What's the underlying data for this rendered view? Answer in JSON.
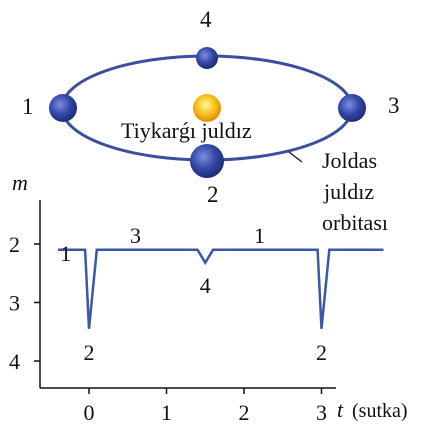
{
  "colors": {
    "orbit": "#3b4fa0",
    "star_planet": "#3347a8",
    "primary_star": "#f4a90c",
    "curve": "#3c56a8",
    "axis": "#111111"
  },
  "orbit_diagram": {
    "position_labels": [
      "1",
      "3",
      "4",
      "2"
    ],
    "primary_star_label": "Tiykarǵı juldız",
    "companion_orbit_label_lines": [
      "Joldas",
      "juldız",
      "orbitası"
    ]
  },
  "chart_data": {
    "type": "line",
    "xlabel": "t",
    "xlabel_unit": "(sutka)",
    "ylabel": "m",
    "x_ticks": [
      0,
      1,
      2,
      3
    ],
    "y_ticks": [
      2,
      3,
      4
    ],
    "y_inverted": true,
    "x": [
      -0.4,
      -0.05,
      0.0,
      0.1,
      1.4,
      1.5,
      1.6,
      2.95,
      3.0,
      3.1,
      3.8
    ],
    "y": [
      2.1,
      2.1,
      3.45,
      2.1,
      2.1,
      2.32,
      2.1,
      2.1,
      3.45,
      2.1,
      2.1
    ],
    "point_labels": [
      {
        "text": "1",
        "x": -0.3,
        "y": 2.15
      },
      {
        "text": "3",
        "x": 0.6,
        "y": 1.85
      },
      {
        "text": "4",
        "x": 1.5,
        "y": 2.7
      },
      {
        "text": "1",
        "x": 2.2,
        "y": 1.85
      },
      {
        "text": "2",
        "x": 0.0,
        "y": 3.85
      },
      {
        "text": "2",
        "x": 3.0,
        "y": 3.85
      }
    ]
  }
}
